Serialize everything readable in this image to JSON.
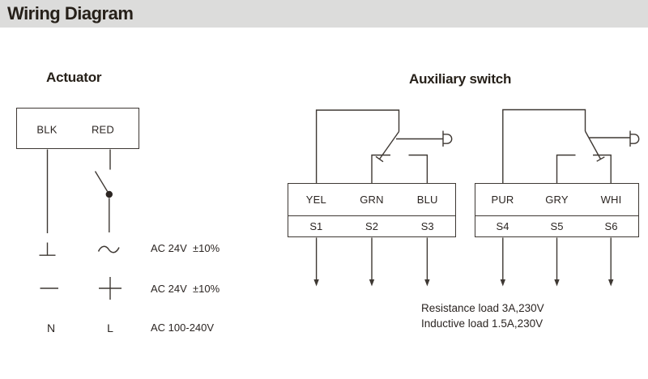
{
  "header": {
    "title": "Wiring Diagram"
  },
  "theme": {
    "line_color": "#3e3833",
    "text_color": "#2b2522",
    "titlebar_bg": "#dcdcdb",
    "page_bg": "#ffffff"
  },
  "actuator": {
    "heading": "Actuator",
    "box_terminals": [
      "BLK",
      "RED"
    ],
    "icons": [
      "ground-icon",
      "ac-sine-icon",
      "minus-icon",
      "plus-icon",
      "wire-switch-icon"
    ],
    "neutral_label": "N",
    "line_label": "L",
    "ratings": [
      "AC 24V  ±10%",
      "AC 24V  ±10%",
      "AC 100-240V"
    ]
  },
  "auxiliary": {
    "heading": "Auxiliary switch",
    "switch1": {
      "wire_colors": [
        "YEL",
        "GRN",
        "BLU"
      ],
      "terminals": [
        "S1",
        "S2",
        "S3"
      ]
    },
    "switch2": {
      "wire_colors": [
        "PUR",
        "GRY",
        "WHI"
      ],
      "terminals": [
        "S4",
        "S5",
        "S6"
      ]
    },
    "notes": [
      "Resistance load 3A,230V",
      "Inductive load 1.5A,230V"
    ]
  }
}
